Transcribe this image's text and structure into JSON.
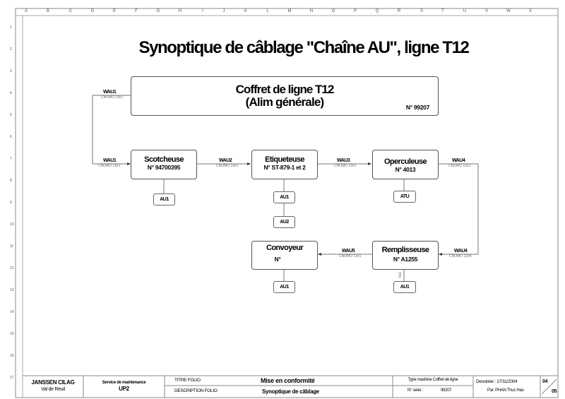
{
  "grid": {
    "columns": [
      "A",
      "B",
      "C",
      "D",
      "E",
      "F",
      "G",
      "H",
      "I",
      "J",
      "K",
      "L",
      "M",
      "N",
      "O",
      "P",
      "Q",
      "R",
      "S",
      "T",
      "U",
      "V",
      "W",
      "X"
    ],
    "rows": [
      "1",
      "2",
      "3",
      "4",
      "5",
      "6",
      "7",
      "8",
      "9",
      "10",
      "11",
      "12",
      "13",
      "14",
      "15",
      "16",
      "17"
    ]
  },
  "title": "Synoptique de câblage \"Chaîne AU\", ligne T12",
  "coffret": {
    "name": "Coffret de ligne T12",
    "sub": "(Alim générale)",
    "num": "N° 99207"
  },
  "machines": [
    {
      "name": "Scotcheuse",
      "num": "N° 94700395"
    },
    {
      "name": "Etiqueteuse",
      "num": "N° ST-879-1 et 2"
    },
    {
      "name": "Operculeuse",
      "num": "N° 4013"
    },
    {
      "name": "Remplisseuse",
      "num": "N° A1255"
    },
    {
      "name": "Convoyeur",
      "num": "N°"
    }
  ],
  "devices": [
    "AU1",
    "AU1",
    "AU2",
    "ATU",
    "AU1",
    "AU1"
  ],
  "cables": [
    {
      "label": "WAU1",
      "type": "CNOMO 19x1"
    },
    {
      "label": "WAU1",
      "type": "CNOMO 19x1"
    },
    {
      "label": "WAU2",
      "type": "CNOMO 19x1"
    },
    {
      "label": "WAU3",
      "type": "CNOMO 19x1"
    },
    {
      "label": "WAU4",
      "type": "CNOMO 12x1"
    },
    {
      "label": "WAU4",
      "type": "CNOMO 12x4"
    },
    {
      "label": "WAU5",
      "type": "CNOMO 12x1"
    },
    {
      "label": "",
      "type": "5x1"
    }
  ],
  "titleblock": {
    "company": "JANSSEN CILAG",
    "site": "Val de Reuil",
    "service": "Service de maintenance",
    "unit": "UP2",
    "titre_label": "TITRE FOLIO",
    "titre": "Mise en conformité",
    "desc_label": "DESCRIPTION FOLIO",
    "desc": "Synoptique de câblage",
    "machine_type": "Type machine Coffret de ligne",
    "serie_label": "N° serie  :",
    "serie": "99207",
    "drawn": "Dessinée : 17/11/2004",
    "by": "Par: PHAN Thuc Hao",
    "folio": "04",
    "total": "05"
  }
}
